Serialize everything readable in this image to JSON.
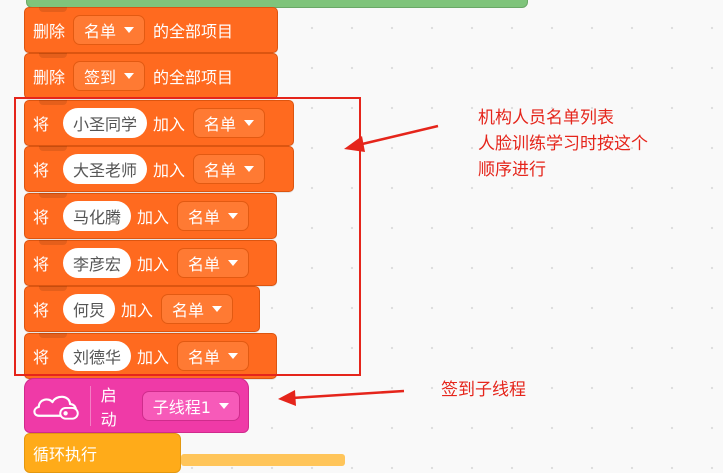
{
  "blocks": [
    {
      "lead": "删除",
      "dropdown": "名单",
      "tail": "的全部项目"
    },
    {
      "lead": "删除",
      "dropdown": "签到",
      "tail": "的全部项目"
    }
  ],
  "add_blocks": [
    {
      "lead": "将",
      "value": "小圣同学",
      "op": "加入",
      "list": "名单"
    },
    {
      "lead": "将",
      "value": "大圣老师",
      "op": "加入",
      "list": "名单"
    },
    {
      "lead": "将",
      "value": "马化腾",
      "op": "加入",
      "list": "名单"
    },
    {
      "lead": "将",
      "value": "李彦宏",
      "op": "加入",
      "list": "名单"
    },
    {
      "lead": "将",
      "value": "何炅",
      "op": "加入",
      "list": "名单"
    },
    {
      "lead": "将",
      "value": "刘德华",
      "op": "加入",
      "list": "名单"
    }
  ],
  "start_block": {
    "label": "启动",
    "thread": "子线程1"
  },
  "loop_block": {
    "label": "循环执行"
  },
  "annotations": {
    "list_note_line1": "机构人员名单列表",
    "list_note_line2": "人脸训练学习时按这个",
    "list_note_line3": "顺序进行",
    "thread_note": "签到子线程"
  },
  "colors": {
    "operator_block": "#ff6a1f",
    "start_block": "#ef3aa7",
    "loop_block": "#ffab19",
    "annotation": "#e5251b"
  }
}
